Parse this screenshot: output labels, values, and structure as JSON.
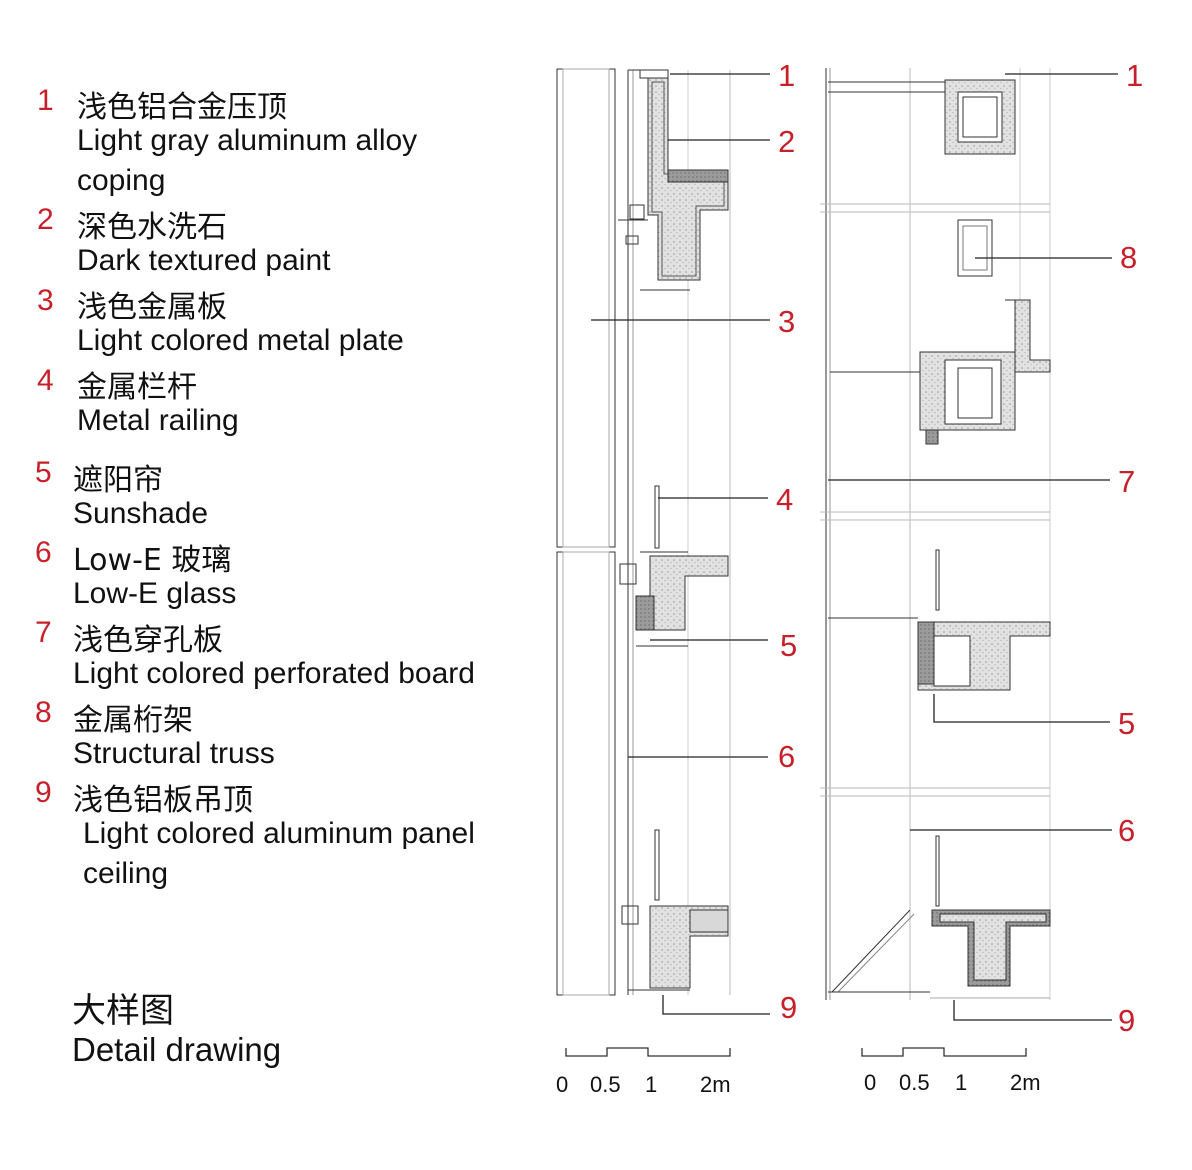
{
  "legend": [
    {
      "num": "1",
      "zh": "浅色铝合金压顶",
      "en": [
        "Light gray aluminum alloy",
        "coping"
      ]
    },
    {
      "num": "2",
      "zh": "深色水洗石",
      "en": [
        "Dark textured paint"
      ]
    },
    {
      "num": "3",
      "zh": "浅色金属板",
      "en": [
        "Light colored metal plate"
      ]
    },
    {
      "num": "4",
      "zh": "金属栏杆",
      "en": [
        "Metal railing"
      ]
    },
    {
      "num": "5",
      "zh": "遮阳帘",
      "en": [
        "Sunshade"
      ]
    },
    {
      "num": "6",
      "zh": "Low-E 玻璃",
      "en": [
        "Low-E glass"
      ]
    },
    {
      "num": "7",
      "zh": "浅色穿孔板",
      "en": [
        "Light colored perforated board"
      ]
    },
    {
      "num": "8",
      "zh": "金属桁架",
      "en": [
        "Structural truss"
      ]
    },
    {
      "num": "9",
      "zh": "浅色铝板吊顶",
      "en": [
        "Light colored aluminum panel",
        "ceiling"
      ]
    }
  ],
  "title": {
    "zh": "大样图",
    "en": "Detail drawing"
  },
  "left_section": {
    "callouts": [
      "1",
      "2",
      "3",
      "4",
      "5",
      "6",
      "9"
    ]
  },
  "right_section": {
    "callouts": [
      "1",
      "8",
      "7",
      "5",
      "6",
      "9"
    ]
  },
  "scale_bar": {
    "ticks": [
      "0",
      "0.5",
      "1",
      "2m"
    ]
  },
  "colors": {
    "callout": "#c8202a",
    "line": "#222222",
    "hatch": "#c9c9c9",
    "dark_fill": "#8a8a8a"
  }
}
